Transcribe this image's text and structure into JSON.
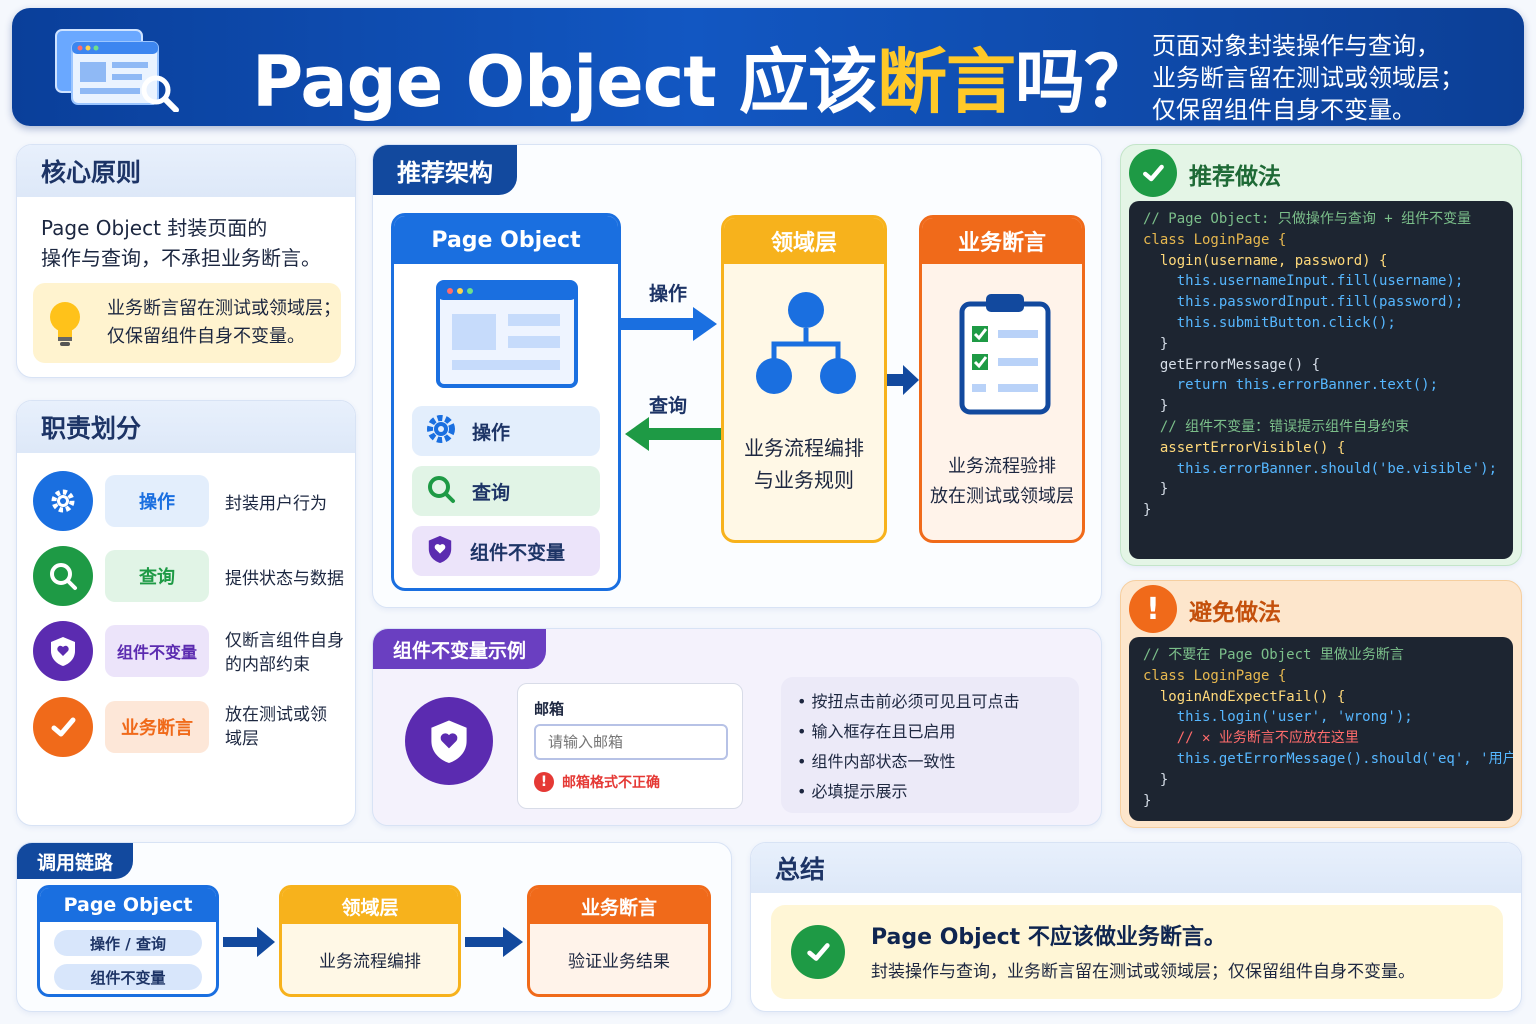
{
  "header": {
    "title_prefix": "Page Object 应该",
    "title_highlight": "断言",
    "title_suffix": "吗？",
    "subtitle_line1": "页面对象封装操作与查询，",
    "subtitle_line2": "业务断言留在测试或领域层；",
    "subtitle_line3": "仅保留组件自身不变量。"
  },
  "core": {
    "title": "核心原则",
    "line1": "Page Object 封装页面的",
    "line2": "操作与查询，不承担业务断言。",
    "tip_line1": "业务断言留在测试或领域层；",
    "tip_line2": "仅保留组件自身不变量。"
  },
  "duties": {
    "title": "职责划分",
    "items": [
      {
        "label": "操作",
        "desc": "封装用户行为"
      },
      {
        "label": "查询",
        "desc": "提供状态与数据"
      },
      {
        "label": "组件不变量",
        "desc": "仅断言组件自身的内部约束"
      },
      {
        "label": "业务断言",
        "desc": "放在测试或领域层"
      }
    ]
  },
  "arch": {
    "title": "推荐架构",
    "po_title": "Page Object",
    "po_items": [
      "操作",
      "查询",
      "组件不变量"
    ],
    "arrow_op": "操作",
    "arrow_query": "查询",
    "domain_title": "领域层",
    "domain_desc_1": "业务流程编排",
    "domain_desc_2": "与业务规则",
    "assert_title": "业务断言",
    "assert_desc_1": "业务流程验排",
    "assert_desc_2": "放在测试或领域层"
  },
  "invariant": {
    "title": "组件不变量示例",
    "field_label": "邮箱",
    "field_placeholder": "请输入邮箱",
    "error_text": "邮箱格式不正确",
    "bullets": [
      "按扭点击前必须可见且可点击",
      "输入框存在且已启用",
      "组件内部状态一致性",
      "必填提示展示"
    ]
  },
  "recommend": {
    "title": "推荐做法",
    "code": [
      "// Page Object: 只做操作与查询 + 组件不变量",
      "class LoginPage {",
      "  login(username, password) {",
      "    this.usernameInput.fill(username);",
      "    this.passwordInput.fill(password);",
      "    this.submitButton.click();",
      "  }",
      "",
      "  getErrorMessage() {",
      "    return this.errorBanner.text();",
      "  }",
      "",
      "  // 组件不变量：错误提示组件自身约束",
      "  assertErrorVisible() {",
      "    this.errorBanner.should('be.visible');",
      "  }",
      "}"
    ]
  },
  "avoid": {
    "title": "避免做法",
    "code": [
      "// 不要在 Page Object 里做业务断言",
      "class LoginPage {",
      "  loginAndExpectFail() {",
      "    this.login('user', 'wrong');",
      "    // ✕ 业务断言不应放在这里",
      "    this.getErrorMessage().should('eq', '用户名或密",
      "  }",
      "}"
    ]
  },
  "chain": {
    "title": "调用链路",
    "po_title": "Page Object",
    "po_item1": "操作 / 查询",
    "po_item2": "组件不变量",
    "domain_title": "领域层",
    "domain_desc": "业务流程编排",
    "assert_title": "业务断言",
    "assert_desc": "验证业务结果"
  },
  "summary": {
    "title": "总结",
    "line1": "Page Object 不应该做业务断言。",
    "line2": "封装操作与查询，业务断言留在测试或领域层；仅保留组件自身不变量。"
  },
  "colors": {
    "blue": "#1a6fe0",
    "green": "#1e9a45",
    "purple": "#5b2bb0",
    "orange": "#f06a1a",
    "yellow": "#f7b21c"
  }
}
